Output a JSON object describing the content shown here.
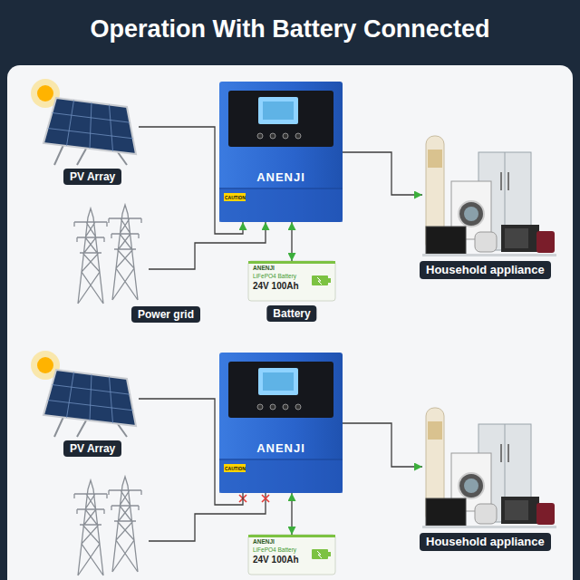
{
  "diagram": {
    "title": "Operation With Battery Connected",
    "nodes": [
      {
        "text": [
          "PV Array"
        ]
      },
      {
        "text": [
          "ANENJI",
          "CAUTION"
        ]
      },
      {
        "text": [
          "Household appliance"
        ]
      },
      {
        "text": [
          "Power grid"
        ]
      },
      {
        "text": [
          "ANENJI",
          "LiFePO4 Battery",
          "24V 100Ah",
          "Battery"
        ]
      },
      {
        "text": [
          "PV Array"
        ]
      },
      {
        "text": [
          "ANENJI",
          "CAUTION"
        ]
      },
      {
        "text": [
          "Household appliance"
        ]
      },
      {
        "text": [
          "ANENJI",
          "LiFePO4 Battery",
          "24V 100Ah"
        ]
      }
    ],
    "edges": [
      {
        "from": 0,
        "to": 1,
        "arrow": "to"
      },
      {
        "from": 3,
        "to": 1,
        "arrow": "to"
      },
      {
        "from": 1,
        "to": 2,
        "arrow": "to"
      },
      {
        "from": 1,
        "to": 4,
        "arrow": "both"
      },
      {
        "from": 5,
        "to": 6,
        "arrow": "none"
      },
      {
        "from": 6,
        "to": 7,
        "arrow": "to"
      },
      {
        "from": 6,
        "to": 8,
        "arrow": "both"
      }
    ]
  }
}
